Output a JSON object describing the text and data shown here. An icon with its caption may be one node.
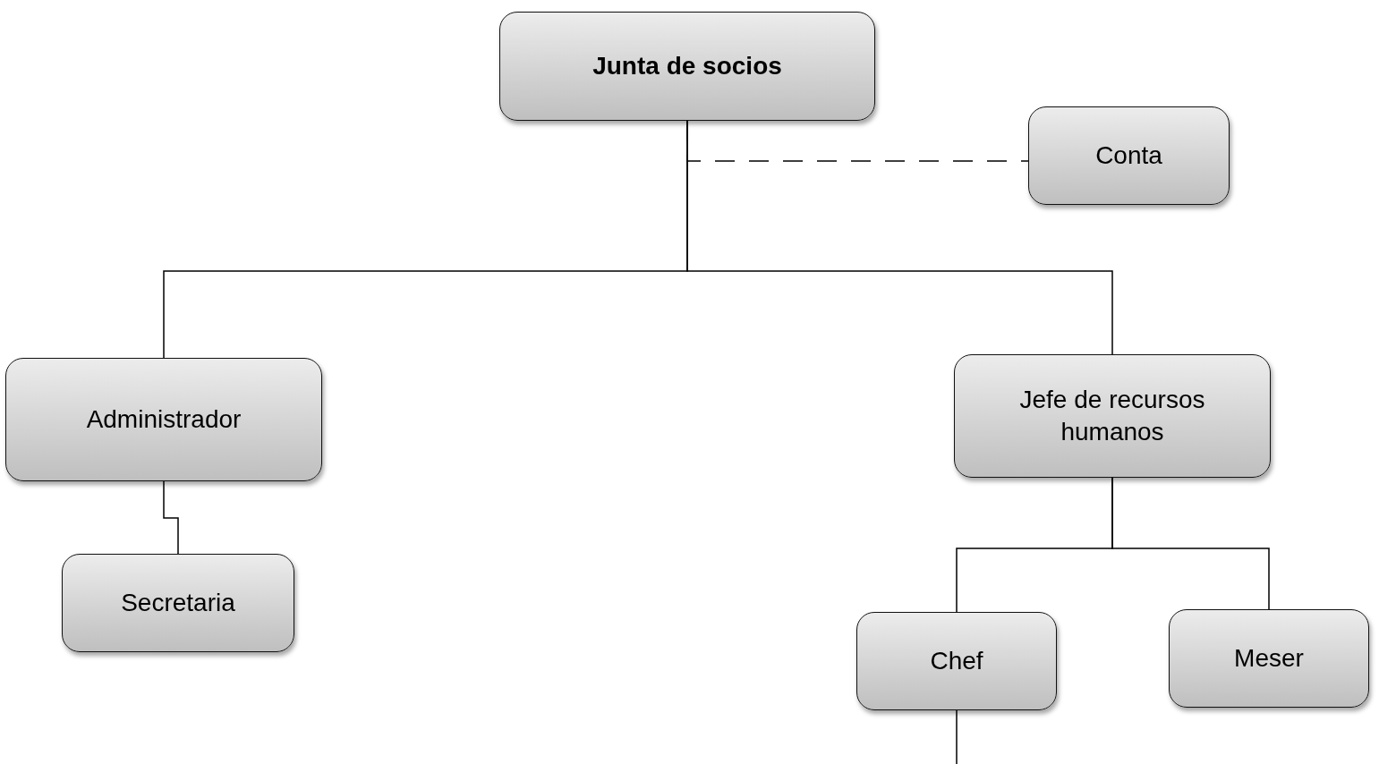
{
  "diagram": {
    "nodes": [
      {
        "text": [
          "Junta de socios"
        ]
      },
      {
        "text": [
          "Conta"
        ]
      },
      {
        "text": [
          "Administrador"
        ]
      },
      {
        "text": [
          "Jefe de recursos humanos"
        ]
      },
      {
        "text": [
          "Secretaria"
        ]
      },
      {
        "text": [
          "Chef"
        ]
      },
      {
        "text": [
          "Meser"
        ]
      }
    ],
    "edges": [
      {
        "from": 0,
        "to": 1,
        "arrow": "none",
        "style": "dashed"
      },
      {
        "from": 0,
        "to": 2,
        "arrow": "none"
      },
      {
        "from": 0,
        "to": 3,
        "arrow": "none"
      },
      {
        "from": 2,
        "to": 4,
        "arrow": "none"
      },
      {
        "from": 3,
        "to": 5,
        "arrow": "none"
      },
      {
        "from": 3,
        "to": 6,
        "arrow": "none"
      },
      {
        "from": 5,
        "to": null,
        "arrow": "none"
      }
    ]
  }
}
